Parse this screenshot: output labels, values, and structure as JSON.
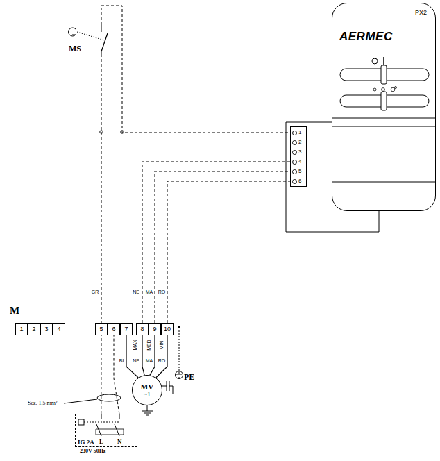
{
  "diagram": {
    "nodes": [
      {
        "text": [
          "PX2",
          "AERMEC"
        ]
      },
      {
        "text": [
          "1",
          "2",
          "3",
          "4",
          "5",
          "6"
        ]
      },
      {
        "text": [
          "MS"
        ]
      },
      {
        "text": [
          "1"
        ]
      },
      {
        "text": [
          "2"
        ]
      },
      {
        "text": [
          "3"
        ]
      },
      {
        "text": [
          "4"
        ]
      },
      {
        "text": [
          "5"
        ]
      },
      {
        "text": [
          "6"
        ]
      },
      {
        "text": [
          "7"
        ]
      },
      {
        "text": [
          "8"
        ]
      },
      {
        "text": [
          "9"
        ]
      },
      {
        "text": [
          "10"
        ]
      },
      {
        "text": [
          "MV",
          "~1"
        ]
      },
      {
        "text": [
          "PE"
        ]
      },
      {
        "text": [
          "IG 2A",
          "230V 50Hz"
        ]
      }
    ],
    "edges": [
      {
        "from": 2,
        "to": 1,
        "arrow": "none"
      },
      {
        "from": 2,
        "to": 7,
        "label": "GR",
        "arrow": "none"
      },
      {
        "from": 10,
        "to": 1,
        "label": "NE",
        "arrow": "none"
      },
      {
        "from": 11,
        "to": 1,
        "label": "MA",
        "arrow": "none"
      },
      {
        "from": 12,
        "to": 1,
        "label": "RO",
        "arrow": "none"
      },
      {
        "from": 9,
        "to": 13,
        "label": "BL",
        "arrow": "none"
      },
      {
        "from": 10,
        "to": 13,
        "label": "NE",
        "arrow": "none"
      },
      {
        "from": 11,
        "to": 13,
        "label": "MA",
        "arrow": "none"
      },
      {
        "from": 12,
        "to": 13,
        "label": "RO",
        "arrow": "none"
      },
      {
        "from": 15,
        "to": 7,
        "arrow": "none"
      },
      {
        "from": 15,
        "to": 8,
        "arrow": "none"
      }
    ],
    "labels": [
      "M",
      "MAX",
      "MED",
      "MIN",
      "Sez. 1,5 mm²",
      "L",
      "N"
    ]
  }
}
